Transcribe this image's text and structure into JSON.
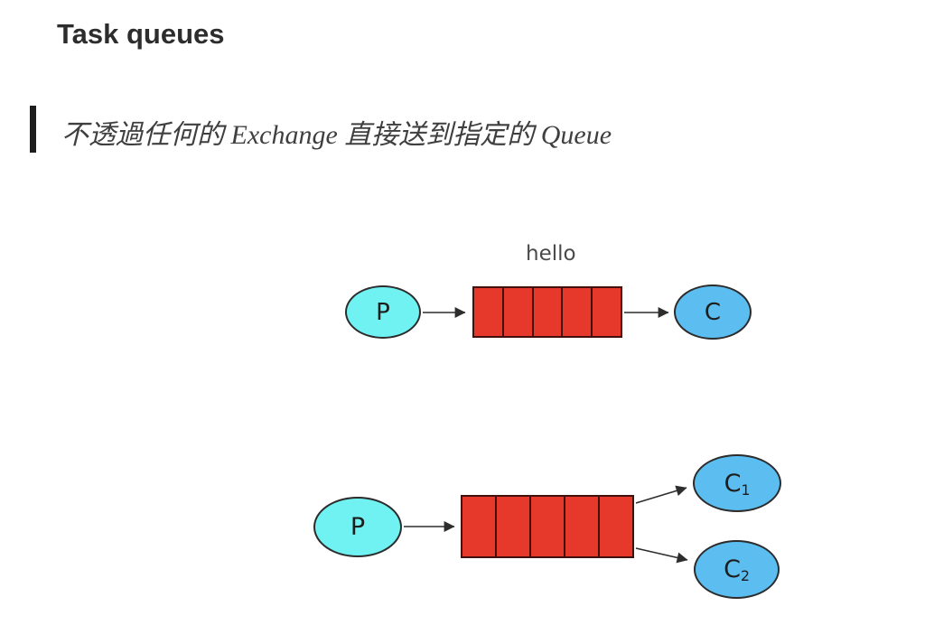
{
  "article": {
    "heading": "Task queues",
    "blockquote": "不透過任何的 Exchange 直接送到指定的 Queue"
  },
  "diagram1": {
    "queue_label": "hello",
    "producer_label": "P",
    "queue_cells": 5,
    "consumer_label": "C"
  },
  "diagram2": {
    "producer_label": "P",
    "queue_cells": 5,
    "consumers": [
      {
        "label_main": "C",
        "label_sub": "1"
      },
      {
        "label_main": "C",
        "label_sub": "2"
      }
    ]
  },
  "colors": {
    "producer_fill": "#70f2f2",
    "consumer_fill": "#5cbdf0",
    "queue_fill": "#e6392c",
    "queue_border": "#42110d",
    "node_border": "#2c2c2c",
    "arrow": "#2d2d2d",
    "heading_text": "#2d2d2d",
    "blockquote_text": "#3f3f3f",
    "blockquote_bar": "#1e1e1e",
    "queue_label_text": "#4a4a4a"
  }
}
